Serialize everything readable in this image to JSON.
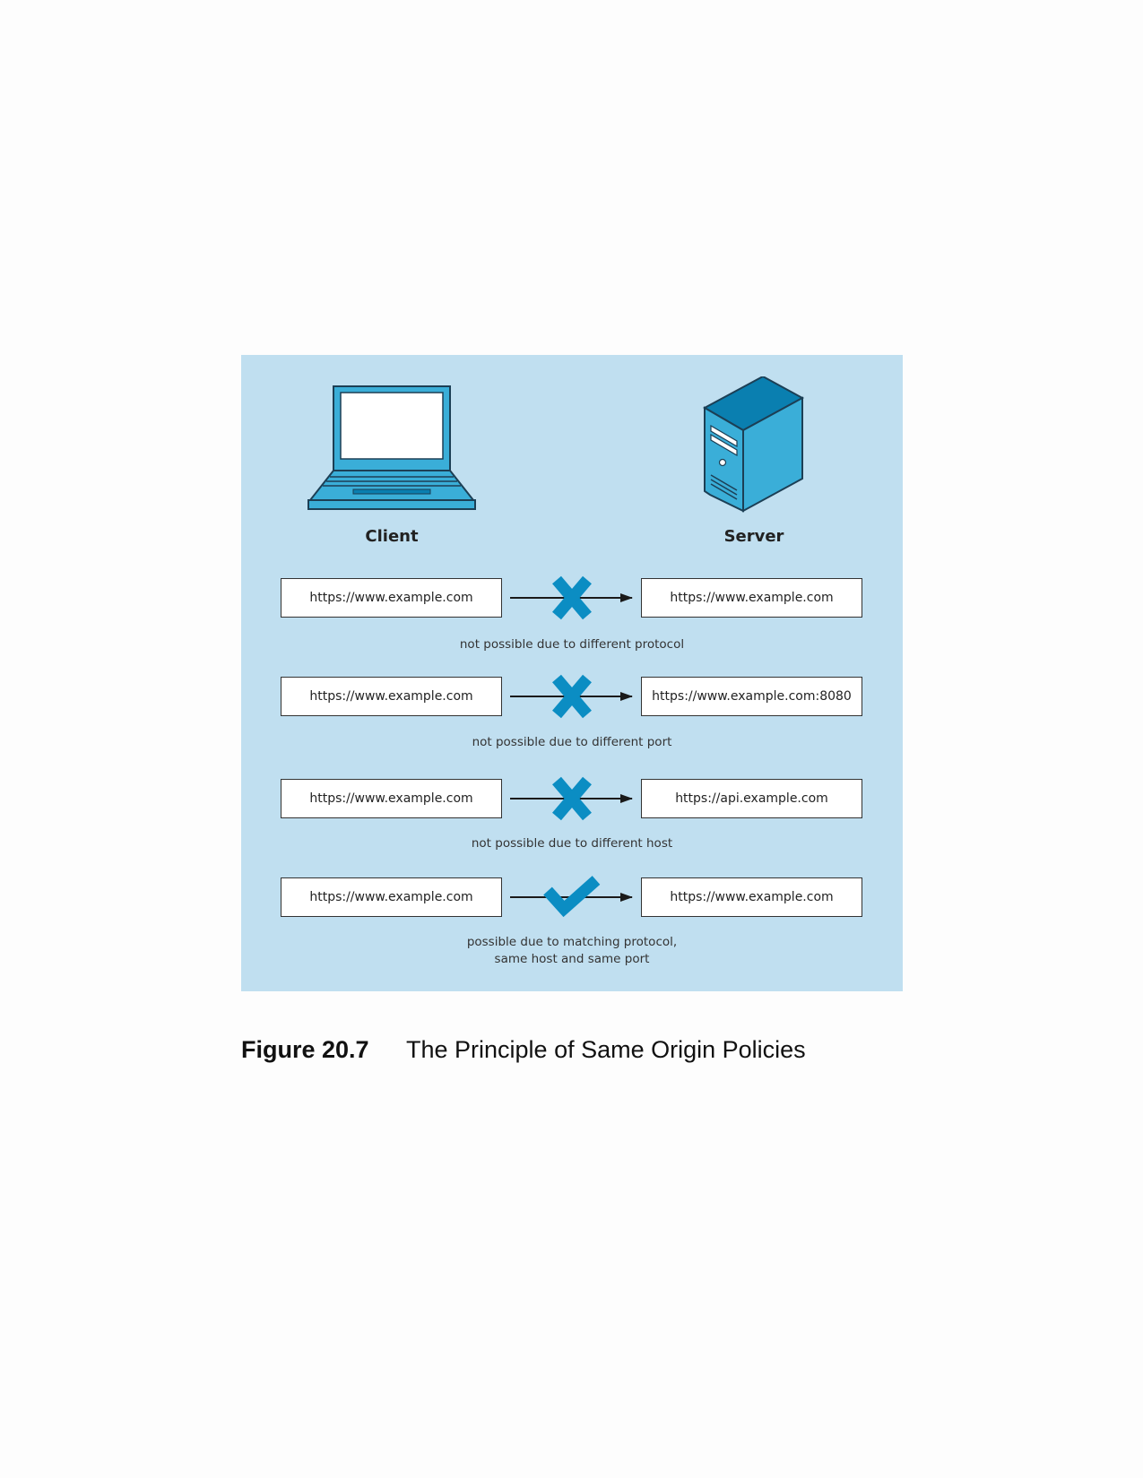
{
  "diagram": {
    "client_label": "Client",
    "server_label": "Server",
    "rows": [
      {
        "client_url": "https://www.example.com",
        "server_url": "https://www.example.com",
        "status": "blocked",
        "caption_lines": [
          "not possible due to different protocol"
        ]
      },
      {
        "client_url": "https://www.example.com",
        "server_url": "https://www.example.com:8080",
        "status": "blocked",
        "caption_lines": [
          "not possible due to different port"
        ]
      },
      {
        "client_url": "https://www.example.com",
        "server_url": "https://api.example.com",
        "status": "blocked",
        "caption_lines": [
          "not possible due to different host"
        ]
      },
      {
        "client_url": "https://www.example.com",
        "server_url": "https://www.example.com",
        "status": "allowed",
        "caption_lines": [
          "possible due to matching protocol,",
          "same host and same port"
        ]
      }
    ]
  },
  "figure_caption": {
    "number": "Figure 20.7",
    "text": "The Principle of Same Origin Policies"
  },
  "colors": {
    "panel_background": "#c0dff0",
    "accent_blue": "#0b8dc3",
    "icon_light_blue": "#3aaed8",
    "icon_dark_blue": "#0a7fb0"
  },
  "icons": {
    "client": "laptop-icon",
    "server": "server-tower-icon",
    "blocked": "cross-icon",
    "allowed": "checkmark-icon"
  }
}
